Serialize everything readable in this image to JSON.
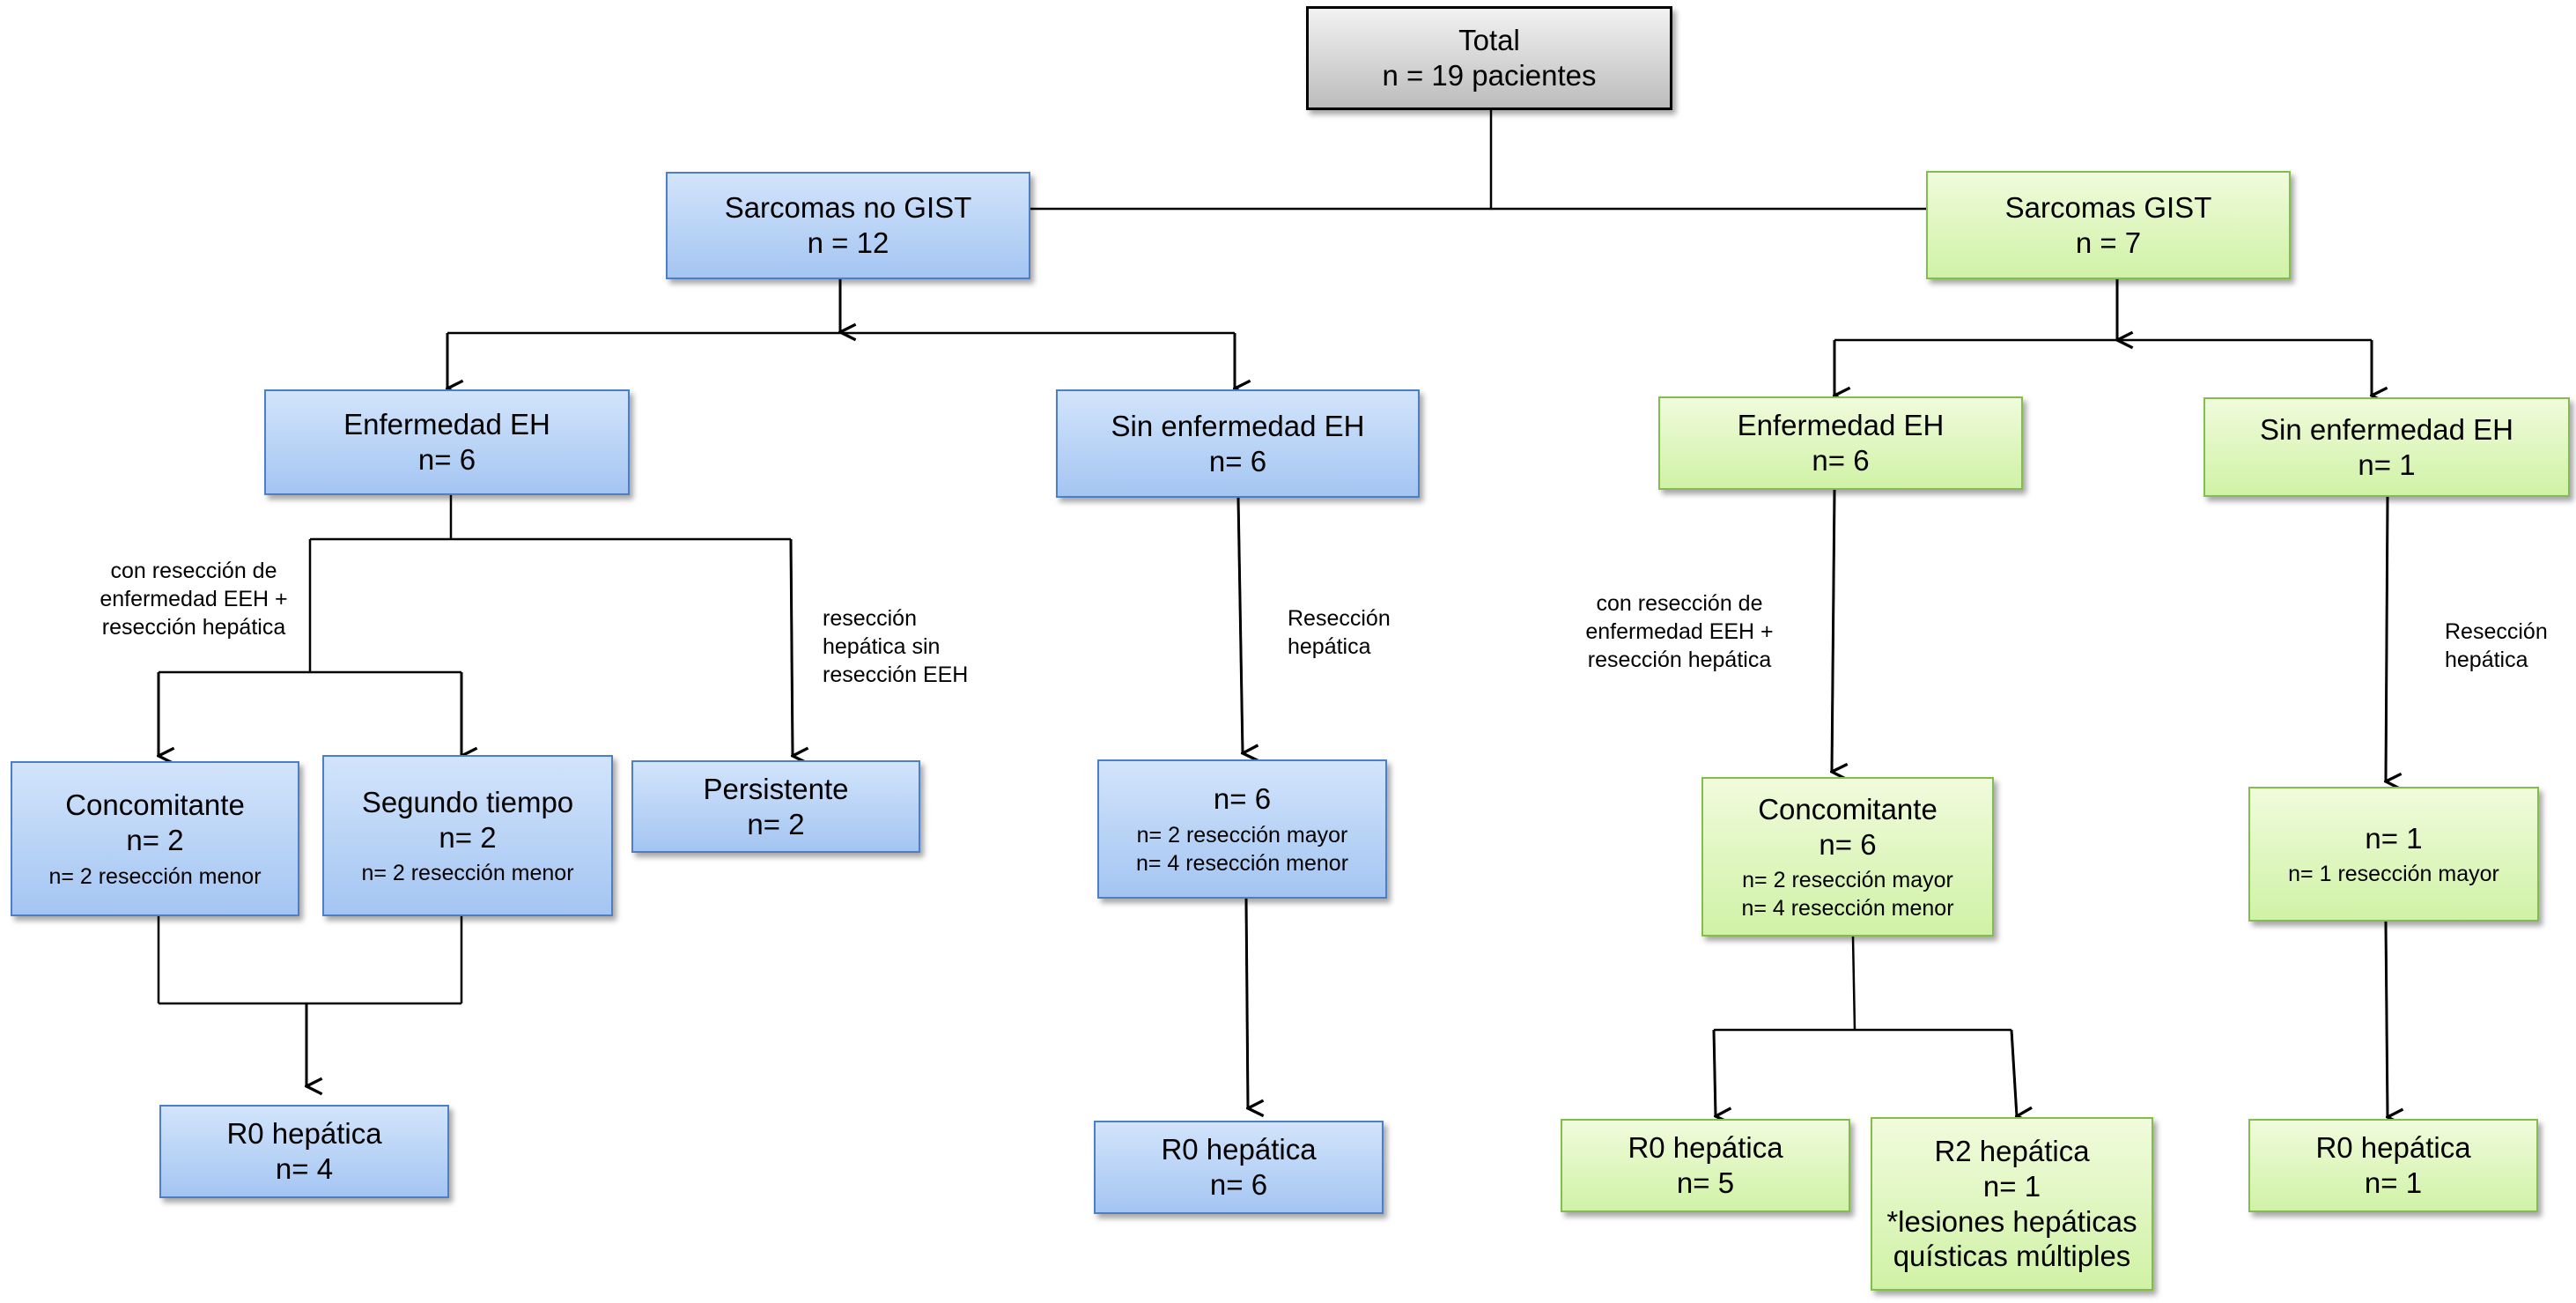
{
  "nodes": {
    "total": {
      "title": "Total",
      "line2": "n = 19 pacientes"
    },
    "no_gist": {
      "title": "Sarcomas no GIST",
      "line2": "n = 12"
    },
    "gist": {
      "title": "Sarcomas GIST",
      "line2": "n = 7"
    },
    "ng_enf": {
      "title": "Enfermedad EH",
      "line2": "n= 6"
    },
    "ng_sin": {
      "title": "Sin enfermedad EH",
      "line2": "n= 6"
    },
    "g_enf": {
      "title": "Enfermedad EH",
      "line2": "n= 6"
    },
    "g_sin": {
      "title": "Sin enfermedad EH",
      "line2": "n= 1"
    },
    "concomitante": {
      "title": "Concomitante",
      "line2": "n= 2",
      "detail1": "n= 2 resección menor"
    },
    "segundo": {
      "title": "Segundo tiempo",
      "line2": "n= 2",
      "detail1": "n= 2 resección menor"
    },
    "persistente": {
      "title": "Persistente",
      "line2": "n= 2"
    },
    "ng_sin_res": {
      "title": "n= 6",
      "detail1": "n= 2 resección mayor",
      "detail2": "n= 4 resección menor"
    },
    "g_conc": {
      "title": "Concomitante",
      "line2": "n= 6",
      "detail1": "n= 2 resección mayor",
      "detail2": "n= 4 resección menor"
    },
    "g_sin_res": {
      "title": "n= 1",
      "detail1": "n= 1 resección mayor"
    },
    "r0_ng_enf": {
      "title": "R0 hepática",
      "line2": "n= 4"
    },
    "r0_ng_sin": {
      "title": "R0 hepática",
      "line2": "n= 6"
    },
    "r0_g_enf": {
      "title": "R0 hepática",
      "line2": "n= 5"
    },
    "r2_g_enf": {
      "title": "R2 hepática",
      "line2": "n= 1",
      "line3": "*lesiones hepáticas",
      "line4": "quísticas múltiples"
    },
    "r0_g_sin": {
      "title": "R0 hepática",
      "line2": "n= 1"
    }
  },
  "notes": {
    "ng_combined": [
      "con resección de",
      "enfermedad EEH +",
      "resección hepática"
    ],
    "ng_persist": [
      "resección",
      "hepática sin",
      "resección EEH"
    ],
    "ng_sin": [
      "Resección",
      "hepática"
    ],
    "g_combined": [
      "con resección de",
      "enfermedad EEH +",
      "resección hepática"
    ],
    "g_sin": [
      "Resección",
      "hepática"
    ]
  },
  "colors": {
    "blue_fill": "#a4c5f2",
    "blue_border": "#4d7fc9",
    "green_fill": "#d0f2a6",
    "green_border": "#83bd4d",
    "gray_fill": "#d9d9d9"
  }
}
